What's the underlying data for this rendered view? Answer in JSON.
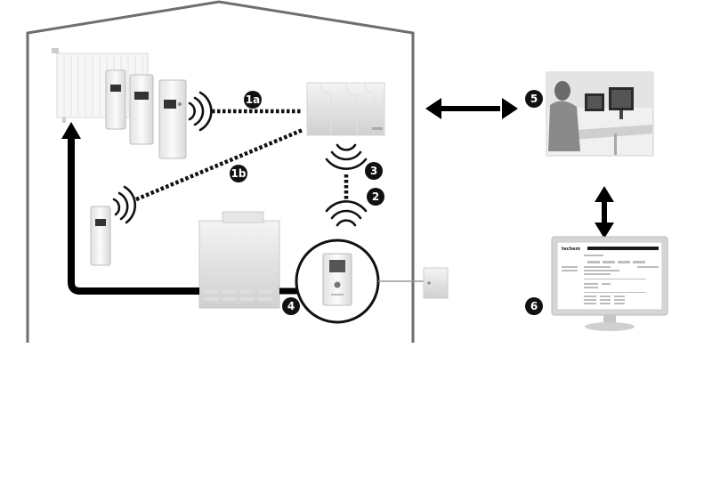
{
  "badges": {
    "b1a": "1a",
    "b1b": "1b",
    "b2": "2",
    "b3": "3",
    "b4": "4",
    "b5": "5",
    "b6": "6"
  },
  "monitor": {
    "logo": "techem"
  },
  "colors": {
    "house_outline": "#6e6e6e",
    "badge_fill": "#111111",
    "link_line": "#111111",
    "device_fill": "#f2f2f2"
  },
  "icons": [
    "radiator-icon",
    "heat-meter-icon",
    "data-collector-icon",
    "boiler-icon",
    "gateway-icon",
    "computer-workstation-icon",
    "monitor-icon",
    "radio-wave-icon",
    "double-arrow-icon"
  ]
}
